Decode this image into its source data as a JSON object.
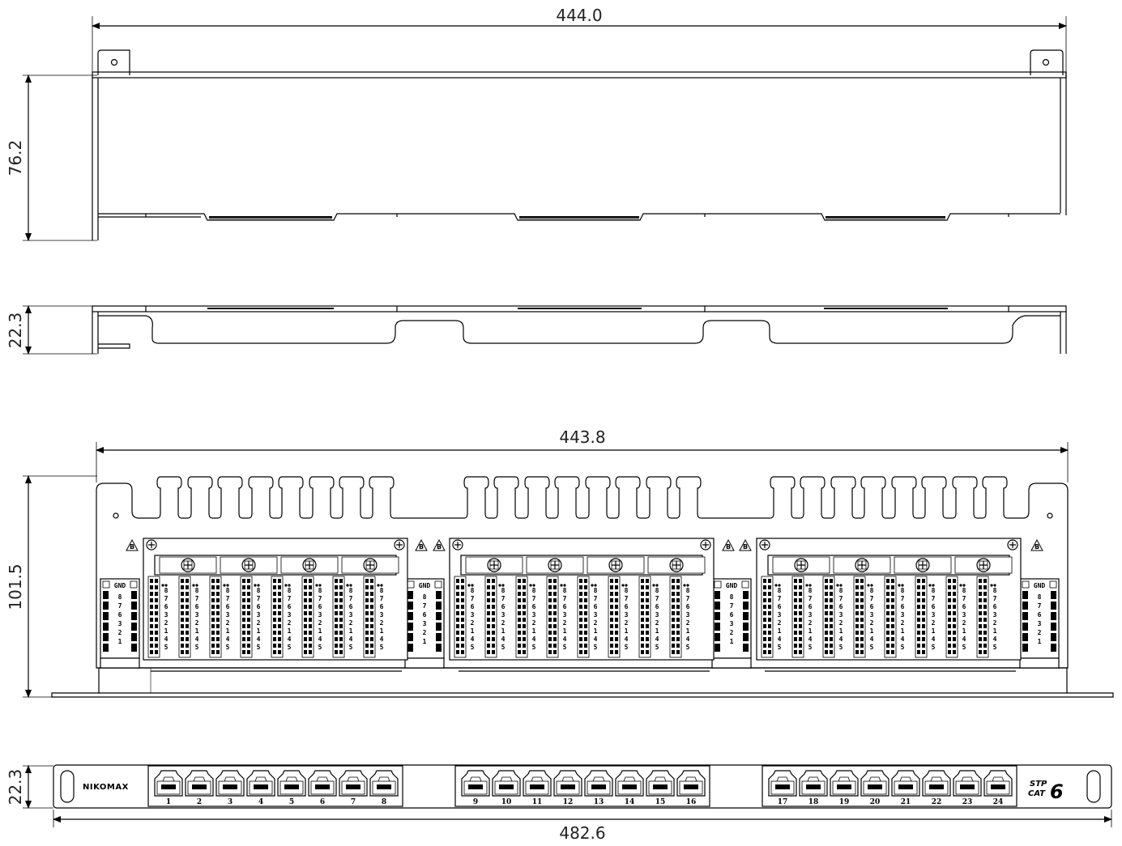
{
  "dimensions": {
    "top_width": "444.0",
    "top_height": "76.2",
    "side_height": "22.3",
    "rear_width": "443.8",
    "rear_height": "101.5",
    "front_height": "22.3",
    "front_width": "482.6"
  },
  "front": {
    "brand": "NIKOMAX",
    "logo_top": "STP",
    "logo_mid": "CAT",
    "logo_big": "6",
    "port_numbers": [
      "1",
      "2",
      "3",
      "4",
      "5",
      "6",
      "7",
      "8",
      "9",
      "10",
      "11",
      "12",
      "13",
      "14",
      "15",
      "16",
      "17",
      "18",
      "19",
      "20",
      "21",
      "22",
      "23",
      "24"
    ]
  },
  "rear": {
    "gnd_label": "GND",
    "idc_labels": [
      "8",
      "7",
      "6",
      "3",
      "2",
      "1",
      "4"
    ],
    "warning_letter": "B"
  },
  "colors": {
    "line": "#000000",
    "fill": "#ffffff"
  }
}
